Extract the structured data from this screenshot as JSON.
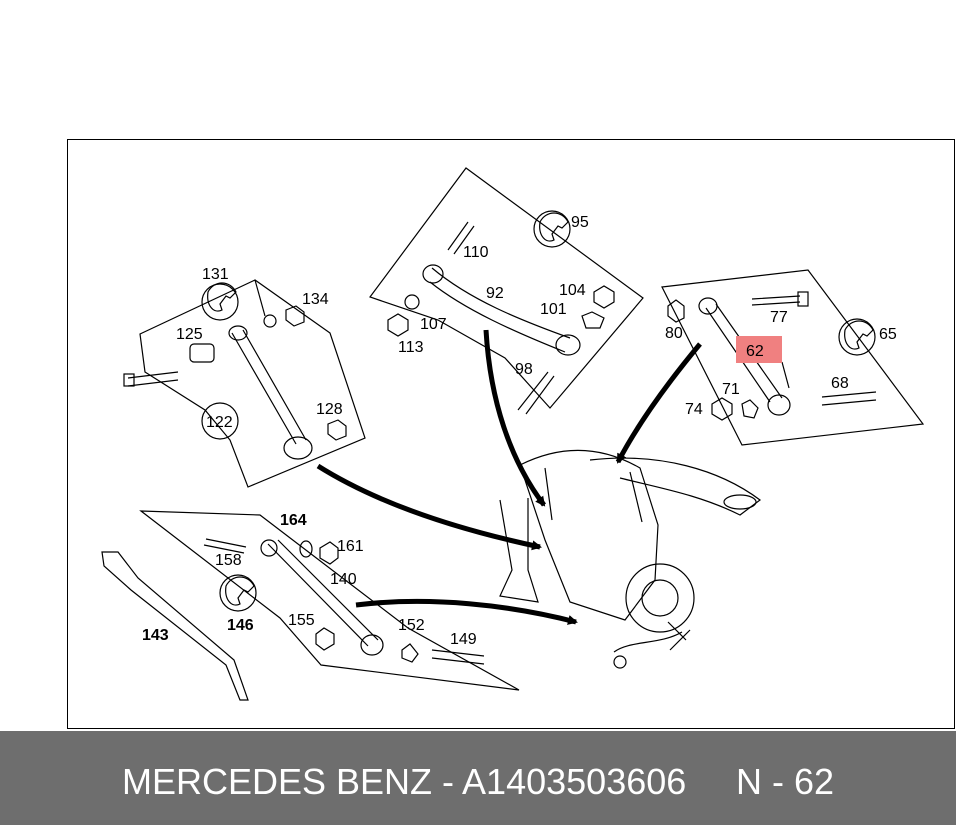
{
  "diagram": {
    "callouts": {
      "c131": "131",
      "c134": "134",
      "c125": "125",
      "c122": "122",
      "c128": "128",
      "c110": "110",
      "c95": "95",
      "c92": "92",
      "c104": "104",
      "c101": "101",
      "c107": "107",
      "c113": "113",
      "c98": "98",
      "c80": "80",
      "c77": "77",
      "c65": "65",
      "c62": "62",
      "c71": "71",
      "c74": "74",
      "c68": "68",
      "c164": "164",
      "c161": "161",
      "c158": "158",
      "c140": "140",
      "c146": "146",
      "c155": "155",
      "c152": "152",
      "c149": "149",
      "c143": "143"
    },
    "highlight_color": "#f08080"
  },
  "footer": {
    "brand_part": "MERCEDES BENZ - A1403503606",
    "page_ref": "N - 62",
    "background": "#6e6e6e"
  }
}
